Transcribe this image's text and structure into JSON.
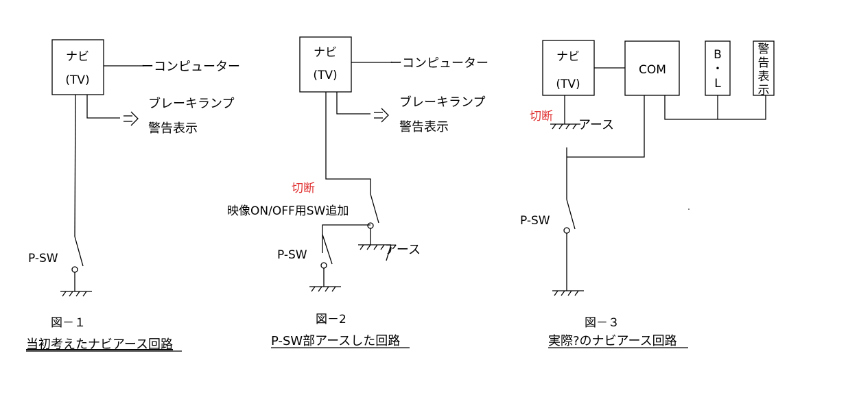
{
  "fig1": {
    "box_line1": "ナビ",
    "box_line2": "(TV)",
    "computer": "ーコンピューター",
    "brake": "ブレーキランプ",
    "warning": "警告表示",
    "psw": "P-SW",
    "fig_label": "図－１",
    "caption": "当初考えたナビアース回路"
  },
  "fig2": {
    "box_line1": "ナビ",
    "box_line2": "(TV)",
    "computer": "ーコンピューター",
    "brake": "ブレーキランプ",
    "warning": "警告表示",
    "cut": "切断",
    "sw_added": "映像ON/OFF用SW追加",
    "earth": "アース",
    "psw": "P-SW",
    "fig_label": "図－2",
    "caption": "P-SW部アースした回路"
  },
  "fig3": {
    "box_line1": "ナビ",
    "box_line2": "(TV)",
    "com": "COM",
    "bl_top": "B",
    "bl_dot": "・",
    "bl_bottom": "L",
    "warning_chars": [
      "警",
      "告",
      "表",
      "示"
    ],
    "cut": "切断",
    "earth": "アース",
    "psw": "P-SW",
    "fig_label": "図－３",
    "caption": "実際?のナビアース回路"
  },
  "colors": {
    "cut_text": "#e03030",
    "line": "#000000"
  }
}
